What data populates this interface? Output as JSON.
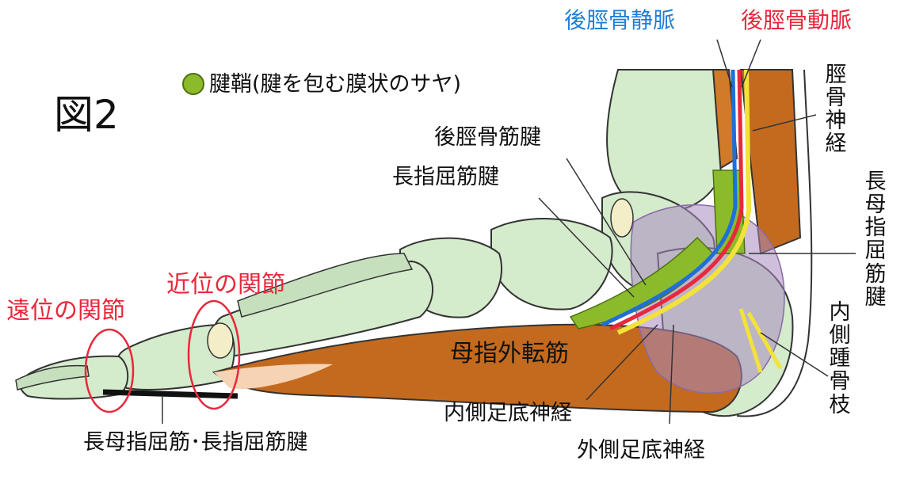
{
  "figure_label": "図2",
  "legend": {
    "text": "腱鞘(腱を包む膜状のサヤ)",
    "dot_color": "#8bbb2a"
  },
  "labels": {
    "posterior_tibial_vein": "後脛骨静脈",
    "posterior_tibial_artery": "後脛骨動脈",
    "tibial_nerve": "脛骨神経",
    "posterior_tibial_tendon": "後脛骨筋腱",
    "fdl_tendon": "長指屈筋腱",
    "fhl_tendon": "長母指屈筋腱",
    "medial_calcaneal_branch": "内側踵骨枝",
    "distal_joint": "遠位の関節",
    "proximal_joint": "近位の関節",
    "abductor_hallucis": "母指外転筋",
    "medial_plantar_nerve": "内側足底神経",
    "lateral_plantar_nerve": "外側足底神経",
    "toe_flexor_tendons": "長母指屈筋･長指屈筋腱"
  },
  "colors": {
    "bone": "#d4ebcc",
    "bone_outline": "#333333",
    "muscle": "#c46a1e",
    "muscle_light": "#f0b27a",
    "retinaculum": "#a888c0",
    "vein": "#1f6fd6",
    "artery": "#e8283c",
    "nerve": "#f2e23a",
    "sheath": "#8bbb2a",
    "accent_red": "#e8283c",
    "accent_blue": "#1f7ed6"
  }
}
